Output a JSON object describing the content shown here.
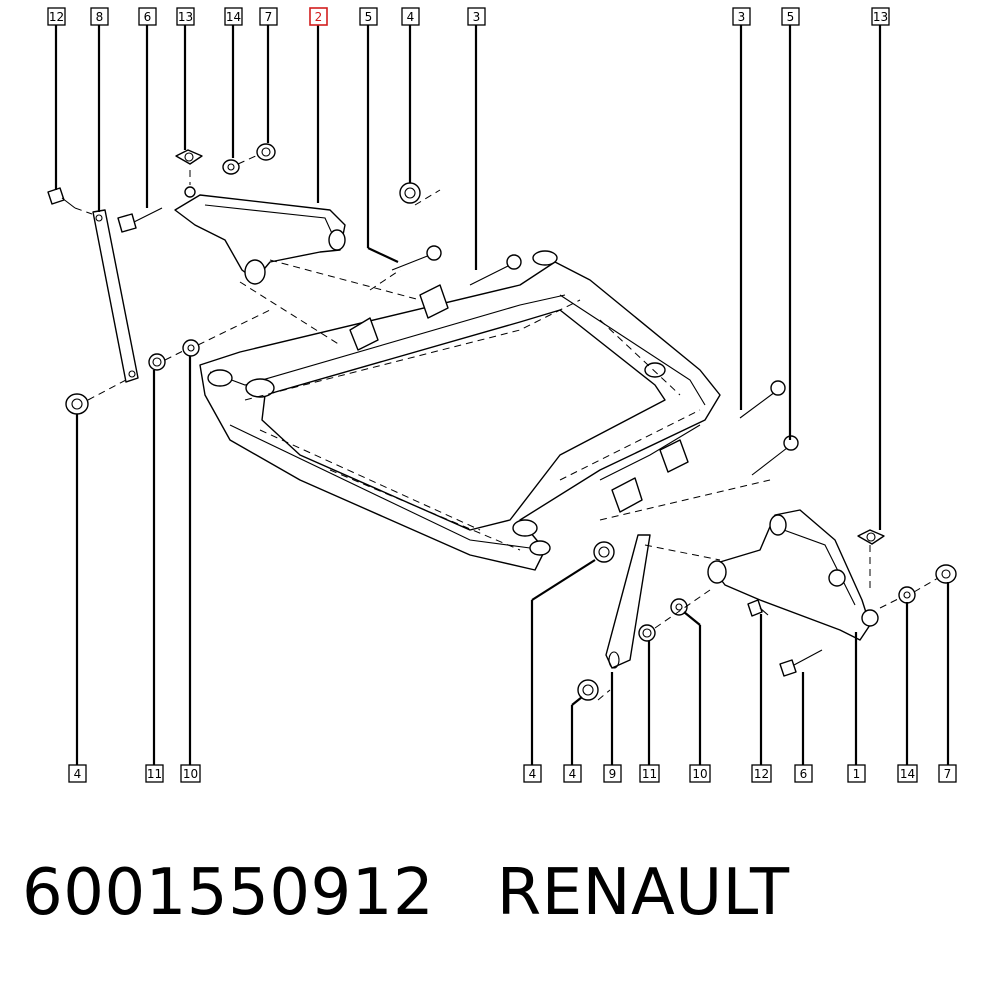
{
  "footer": {
    "part_number": "6001550912",
    "brand": "RENAULT"
  },
  "highlight_color": "#d21e1e",
  "callouts_top": [
    "12",
    "8",
    "6",
    "13",
    "14",
    "7",
    "2",
    "5",
    "4",
    "3",
    "3",
    "5",
    "13"
  ],
  "callouts_bottom": [
    "4",
    "11",
    "10",
    "4",
    "4",
    "9",
    "11",
    "10",
    "12",
    "6",
    "1",
    "14",
    "7"
  ],
  "highlighted_callout": "2"
}
